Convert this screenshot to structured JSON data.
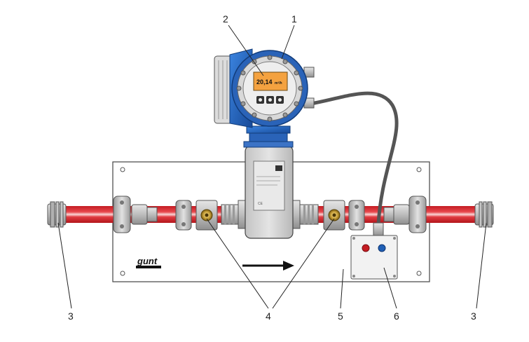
{
  "display": {
    "value": "20,14",
    "unit": "m³/h"
  },
  "logo": "gunt",
  "callouts": [
    {
      "id": "1",
      "label": "1"
    },
    {
      "id": "2",
      "label": "2"
    },
    {
      "id": "3a",
      "label": "3"
    },
    {
      "id": "3b",
      "label": "3"
    },
    {
      "id": "4",
      "label": "4"
    },
    {
      "id": "5",
      "label": "5"
    },
    {
      "id": "6",
      "label": "6"
    }
  ],
  "colors": {
    "pipe": "#d9232a",
    "housing_blue": "#1f5fb5",
    "display_orange": "#f4a240",
    "panel": "#ffffff",
    "outline": "#333333"
  }
}
